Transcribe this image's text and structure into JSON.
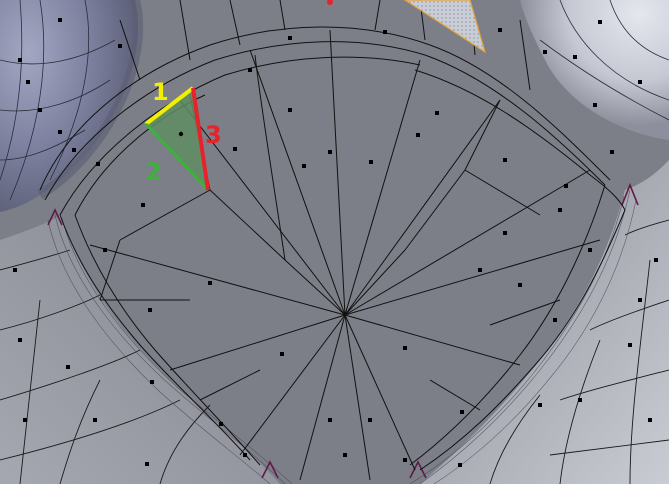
{
  "viewport": {
    "background": "#7c7f87",
    "edge_color": "#111111",
    "vertex_color": "#000000",
    "selected_face_fill": "#c8cdd6",
    "selected_face_outline": "#e7a23a"
  },
  "annotation": {
    "triangle_fill": "#5f8d62",
    "edge_labels": [
      {
        "text": "1",
        "color": "#f2ef00"
      },
      {
        "text": "2",
        "color": "#3bb33b"
      },
      {
        "text": "3",
        "color": "#e6222a"
      }
    ]
  }
}
